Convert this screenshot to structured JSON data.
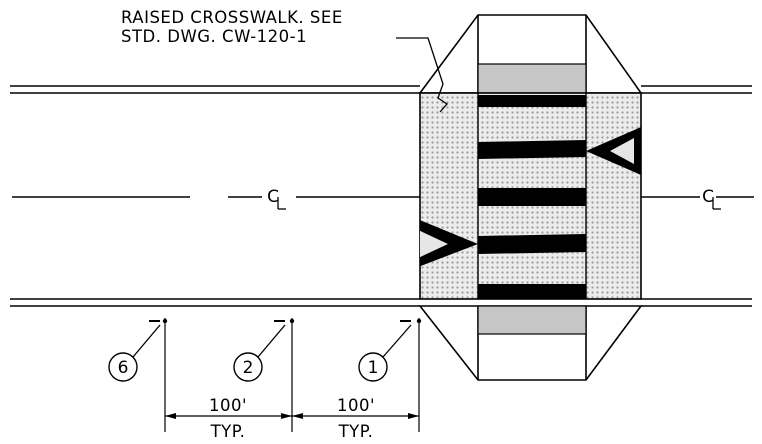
{
  "callout": {
    "line1": "RAISED CROSSWALK. SEE",
    "line2": "STD. DWG. CW-120-1"
  },
  "centerline": {
    "left_symbol": "C",
    "right_symbol": "C"
  },
  "markers": [
    {
      "id": "6"
    },
    {
      "id": "2"
    },
    {
      "id": "1"
    }
  ],
  "dimensions": [
    {
      "value": "100'",
      "note": "TYP."
    },
    {
      "value": "100'",
      "note": "TYP."
    }
  ],
  "colors": {
    "line": "#000000",
    "pattern_fill": "#d8d8d8",
    "ramp_band": "#c8c8c8"
  }
}
